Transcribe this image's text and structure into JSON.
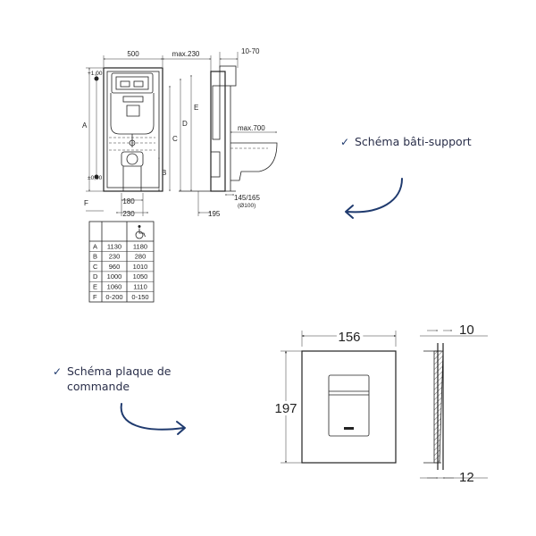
{
  "colors": {
    "accent": "#1f3a6e",
    "line": "#222222"
  },
  "frame_diagram": {
    "top_dims": {
      "width": "500",
      "max_depth": "max.230",
      "range": "10-70"
    },
    "side_marks": {
      "upper": "+1,00",
      "lower": "±0,00"
    },
    "letters": {
      "A": "A",
      "B": "B",
      "C": "C",
      "D": "D",
      "E": "E",
      "F": "F"
    },
    "bottom_dims": {
      "inner": "180",
      "outer": "230",
      "offset": "195",
      "pipe": "145/165",
      "pipe_diam": "(Ø100)"
    },
    "bowl_dim": "max.700"
  },
  "dimension_table": {
    "rows": [
      {
        "label": "A",
        "standard": "1130",
        "accessible": "1180"
      },
      {
        "label": "B",
        "standard": "230",
        "accessible": "280"
      },
      {
        "label": "C",
        "standard": "960",
        "accessible": "1010"
      },
      {
        "label": "D",
        "standard": "1000",
        "accessible": "1050"
      },
      {
        "label": "E",
        "standard": "1060",
        "accessible": "1110"
      },
      {
        "label": "F",
        "standard": "0-200",
        "accessible": "0-150"
      }
    ]
  },
  "plate_diagram": {
    "width": "156",
    "height": "197",
    "depth_top": "10",
    "depth_bottom": "12"
  },
  "captions": {
    "frame": "Schéma bâti-support",
    "plate_line1": "Schéma plaque de",
    "plate_line2": "commande"
  },
  "icons": {
    "check": "✓",
    "wheelchair": "wheelchair-icon"
  }
}
